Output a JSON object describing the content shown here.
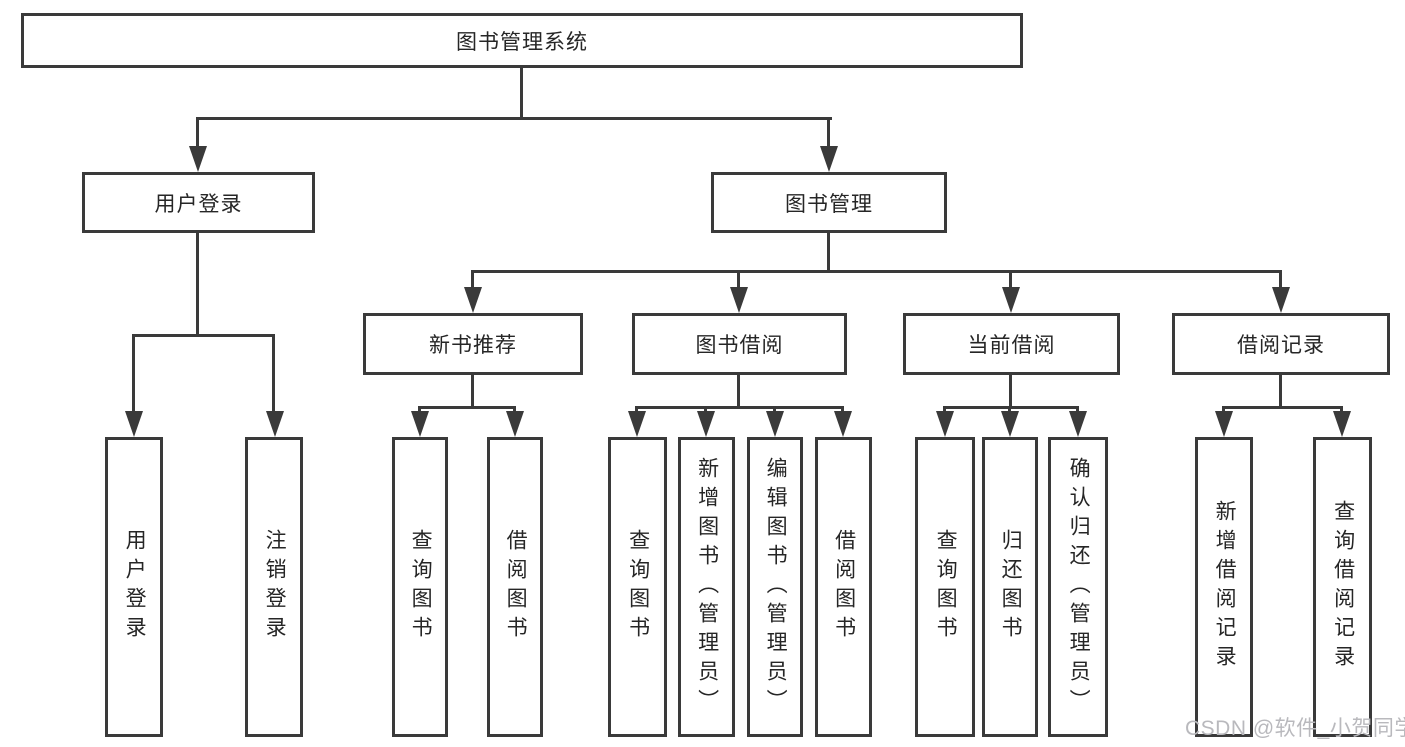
{
  "nodes": {
    "root": "图书管理系统",
    "user_login": "用户登录",
    "book_management": "图书管理",
    "new_book_recommend": "新书推荐",
    "book_borrowing": "图书借阅",
    "current_borrowing": "当前借阅",
    "borrowing_records": "借阅记录"
  },
  "leaves": {
    "user": [
      "用户登录",
      "注销登录"
    ],
    "recommend": [
      "查询图书",
      "借阅图书"
    ],
    "borrowing": [
      "查询图书",
      "新增图书（管理员）",
      "编辑图书（管理员）",
      "借阅图书"
    ],
    "current": [
      "查询图书",
      "归还图书",
      "确认归还（管理员）"
    ],
    "records": [
      "新增借阅记录",
      "查询借阅记录"
    ]
  },
  "watermark": "CSDN @软件_小贺同学",
  "colors": {
    "line": "#3a3a3a",
    "text": "#262626",
    "watermark": "#b9b9bd",
    "background": "#ffffff"
  }
}
